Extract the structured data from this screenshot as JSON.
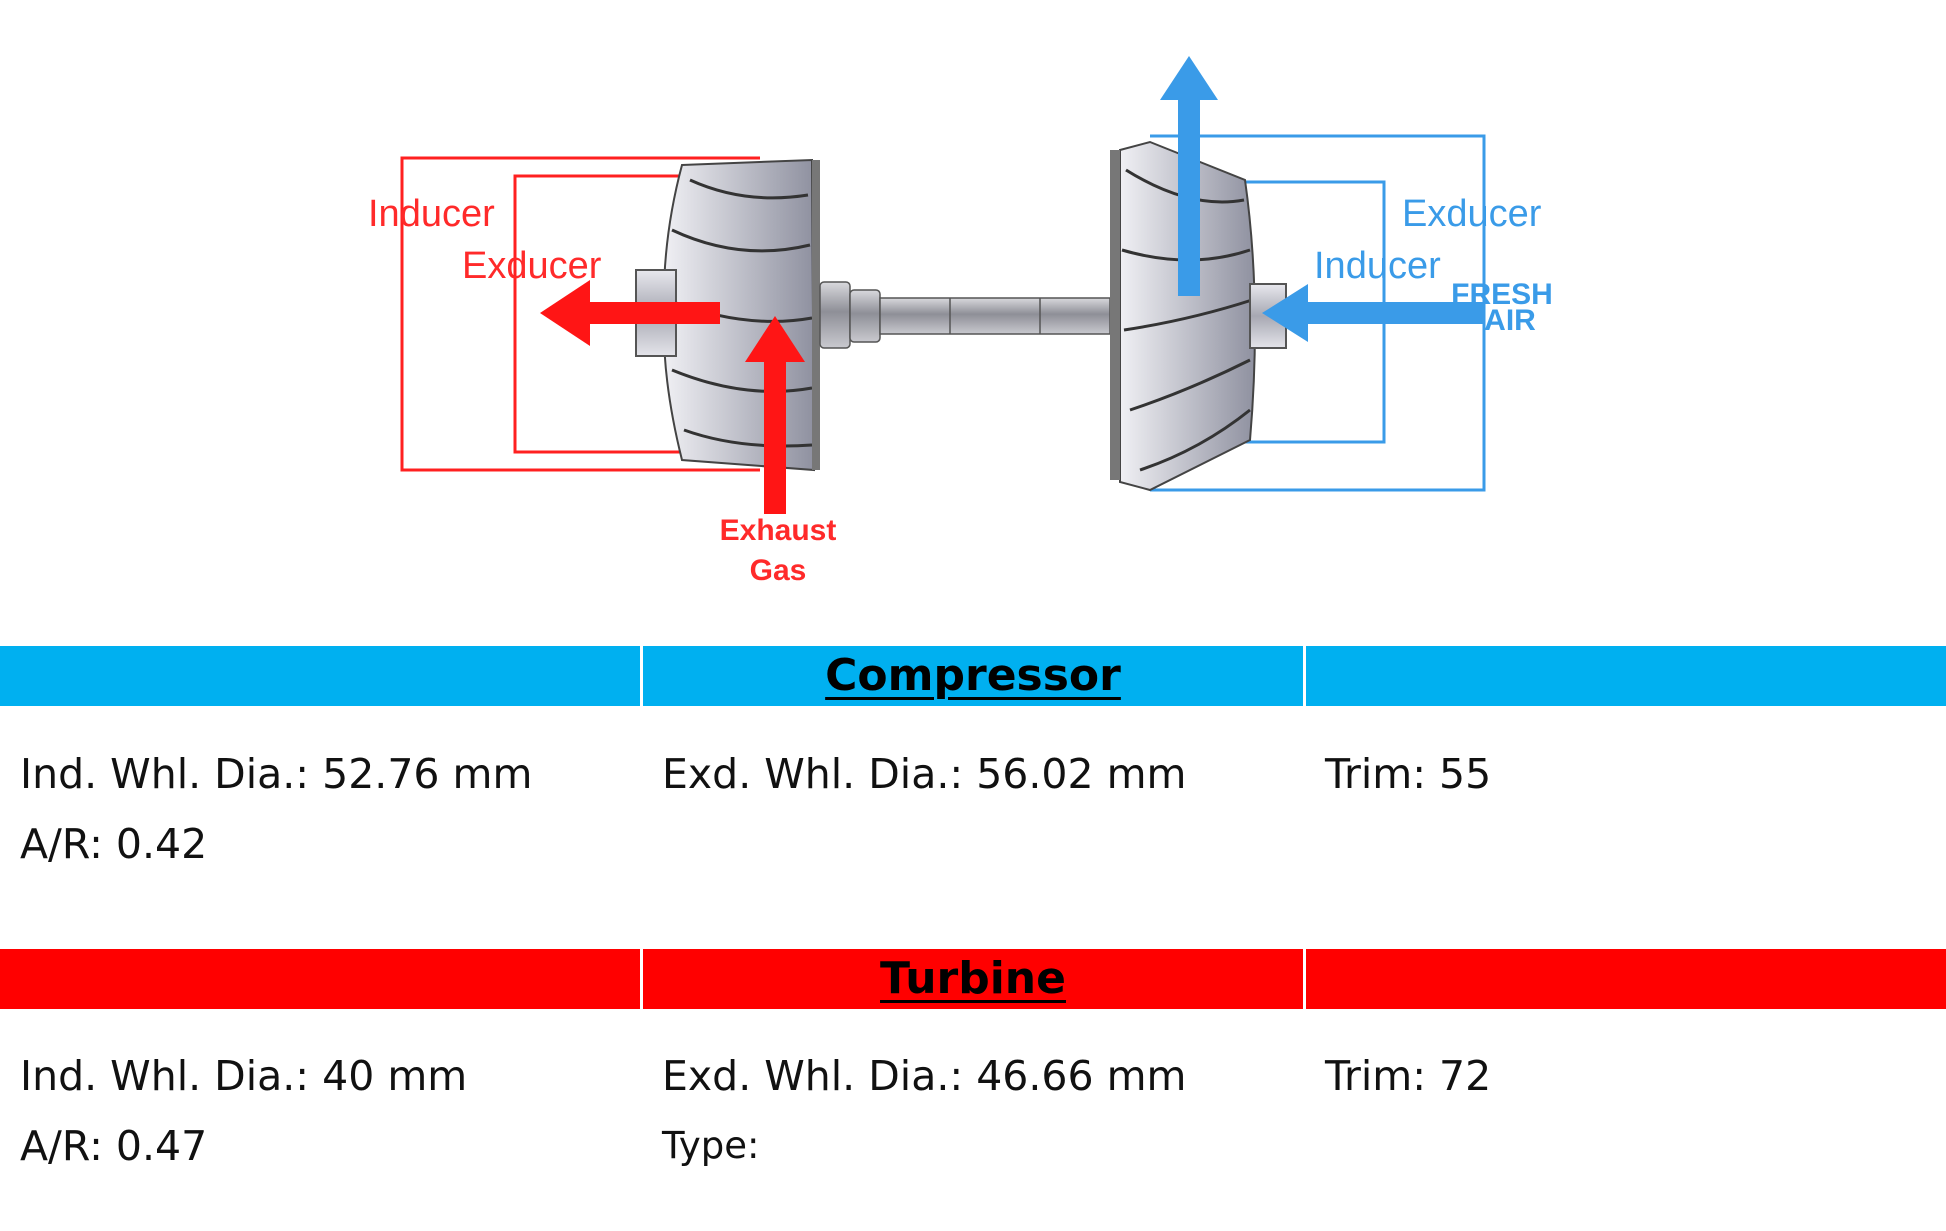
{
  "diagram": {
    "turbine_inducer": "Inducer",
    "turbine_exducer": "Exducer",
    "exhaust_line1": "Exhaust",
    "exhaust_line2": "Gas",
    "compressor_exducer": "Exducer",
    "compressor_inducer": "Inducer",
    "fresh_line1": "FRESH",
    "fresh_line2": "AIR",
    "colors": {
      "turbine": "#ff2020",
      "compressor": "#3a9be8"
    }
  },
  "compressor": {
    "title": "Compressor",
    "band_color": "#00b0f0",
    "ind_whl_dia": "Ind. Whl. Dia.: 52.76 mm",
    "exd_whl_dia": "Exd. Whl. Dia.: 56.02 mm",
    "trim": "Trim: 55",
    "ar": "A/R: 0.42"
  },
  "turbine": {
    "title": "Turbine",
    "band_color": "#ff0000",
    "ind_whl_dia": "Ind. Whl. Dia.: 40 mm",
    "exd_whl_dia": "Exd. Whl. Dia.: 46.66 mm",
    "trim": "Trim: 72",
    "ar": "A/R: 0.47",
    "type": "Type:"
  }
}
